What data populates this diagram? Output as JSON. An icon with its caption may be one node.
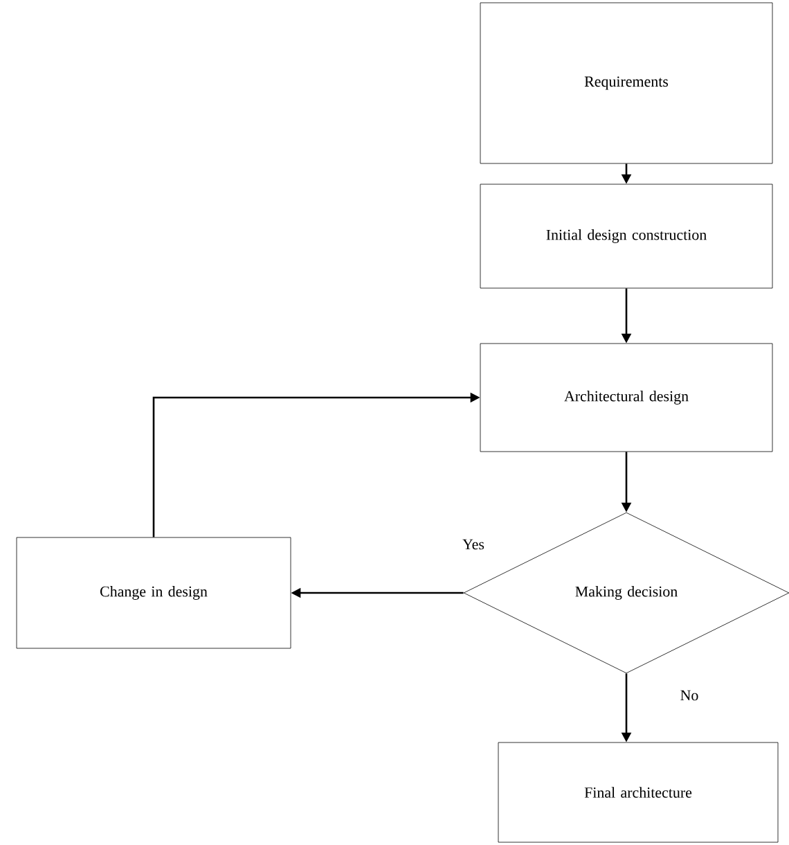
{
  "diagram": {
    "nodes": [
      {
        "text": [
          "Requirements"
        ]
      },
      {
        "text": [
          "Initial design construction"
        ]
      },
      {
        "text": [
          "Architectural design"
        ]
      },
      {
        "text": [
          "Making decision"
        ]
      },
      {
        "text": [
          "Change in design"
        ]
      },
      {
        "text": [
          "Final architecture"
        ]
      }
    ],
    "edges": [
      {
        "from": 0,
        "to": 1,
        "arrow": "to"
      },
      {
        "from": 1,
        "to": 2,
        "arrow": "to"
      },
      {
        "from": 2,
        "to": 3,
        "arrow": "to"
      },
      {
        "from": 3,
        "to": 4,
        "arrow": "to",
        "label": "Yes"
      },
      {
        "from": 3,
        "to": 5,
        "arrow": "to",
        "label": "No"
      },
      {
        "from": 4,
        "to": 2,
        "arrow": "to"
      }
    ]
  }
}
